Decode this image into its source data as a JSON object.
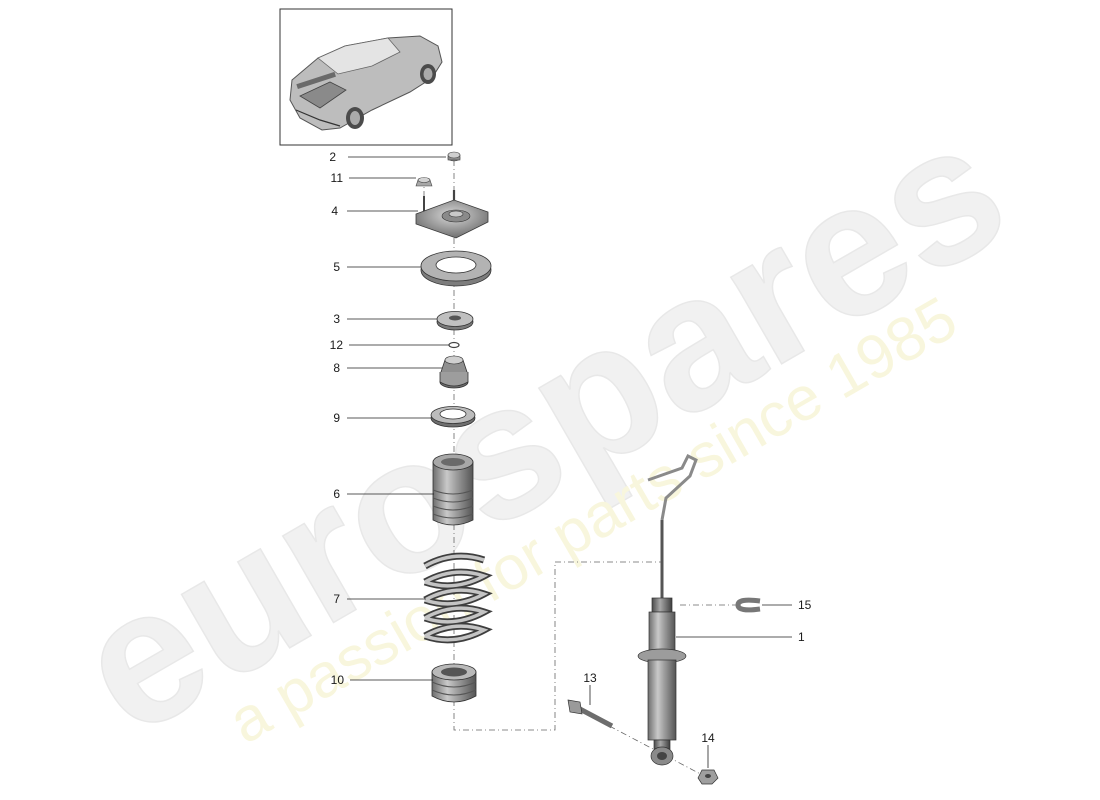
{
  "diagram": {
    "thumbnail_icon": "car-thumbnail-icon",
    "callouts": [
      {
        "id": "c2",
        "label": "2"
      },
      {
        "id": "c11",
        "label": "11"
      },
      {
        "id": "c4",
        "label": "4"
      },
      {
        "id": "c5",
        "label": "5"
      },
      {
        "id": "c3",
        "label": "3"
      },
      {
        "id": "c12",
        "label": "12"
      },
      {
        "id": "c8",
        "label": "8"
      },
      {
        "id": "c9",
        "label": "9"
      },
      {
        "id": "c6",
        "label": "6"
      },
      {
        "id": "c7",
        "label": "7"
      },
      {
        "id": "c10",
        "label": "10"
      },
      {
        "id": "c15",
        "label": "15"
      },
      {
        "id": "c1",
        "label": "1"
      },
      {
        "id": "c13",
        "label": "13"
      },
      {
        "id": "c14",
        "label": "14"
      }
    ]
  },
  "watermark": {
    "brand": "eurospares",
    "slogan": "a passion for parts since 1985",
    "brand_color": "#e6e6e6",
    "slogan_color": "#f4f0c2"
  }
}
